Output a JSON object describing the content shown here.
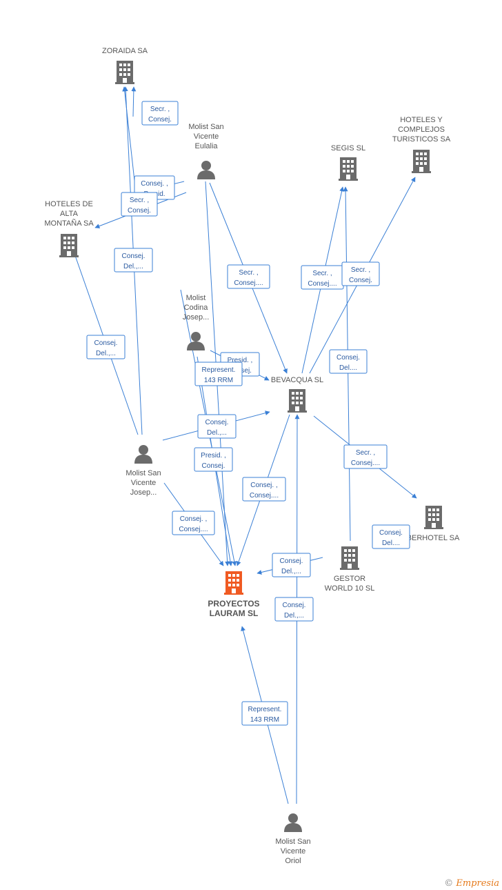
{
  "colors": {
    "edge": "#3a7fd5",
    "company": "#6b6b6b",
    "person": "#6b6b6b",
    "main": "#f05a22"
  },
  "nodes": {
    "zoraida": {
      "lines": [
        "ZORAIDA SA"
      ],
      "kind": "company"
    },
    "hoteles_alta": {
      "lines": [
        "HOTELES DE",
        "ALTA",
        "MONTAÑA SA"
      ],
      "kind": "company"
    },
    "segis": {
      "lines": [
        "SEGIS SL"
      ],
      "kind": "company"
    },
    "hoteles_complejos": {
      "lines": [
        "HOTELES Y",
        "COMPLEJOS",
        "TURISTICOS SA"
      ],
      "kind": "company"
    },
    "bevacqua": {
      "lines": [
        "BEVACQUA SL"
      ],
      "kind": "company"
    },
    "berhotel": {
      "lines": [
        "BERHOTEL SA"
      ],
      "kind": "company"
    },
    "gestor": {
      "lines": [
        "GESTOR",
        "WORLD 10 SL"
      ],
      "kind": "company"
    },
    "proyectos": {
      "lines": [
        "PROYECTOS",
        "LAURAM SL"
      ],
      "kind": "main"
    },
    "eulalia": {
      "lines": [
        "Molist San",
        "Vicente",
        "Eulalia"
      ],
      "kind": "person"
    },
    "codina": {
      "lines": [
        "Molist",
        "Codina",
        "Josep..."
      ],
      "kind": "person"
    },
    "josep": {
      "lines": [
        "Molist San",
        "Vicente",
        "Josep..."
      ],
      "kind": "person"
    },
    "oriol": {
      "lines": [
        "Molist San",
        "Vicente",
        "Oriol"
      ],
      "kind": "person"
    }
  },
  "relations": [
    {
      "lines": [
        "Secr. ,",
        "Consej."
      ]
    },
    {
      "lines": [
        "Consej. ,",
        "Presid."
      ]
    },
    {
      "lines": [
        "Secr. ,",
        "Consej."
      ]
    },
    {
      "lines": [
        "Consej.",
        "Del.,..."
      ]
    },
    {
      "lines": [
        "Consej.",
        "Del.,..."
      ]
    },
    {
      "lines": [
        "Secr. ,",
        "Consej...."
      ]
    },
    {
      "lines": [
        "Secr. ,",
        "Consej...."
      ]
    },
    {
      "lines": [
        "Secr. ,",
        "Consej."
      ]
    },
    {
      "lines": [
        "Consej.",
        "Del...."
      ]
    },
    {
      "lines": [
        "Presid. ,",
        "Consej."
      ]
    },
    {
      "lines": [
        "Represent.",
        "143 RRM"
      ]
    },
    {
      "lines": [
        "Consej.",
        "Del.,..."
      ]
    },
    {
      "lines": [
        "Presid. ,",
        "Consej."
      ]
    },
    {
      "lines": [
        "Secr. ,",
        "Consej...."
      ]
    },
    {
      "lines": [
        "Consej. ,",
        "Consej...."
      ]
    },
    {
      "lines": [
        "Consej. ,",
        "Consej...."
      ]
    },
    {
      "lines": [
        "Consej.",
        "Del...."
      ]
    },
    {
      "lines": [
        "Consej.",
        "Del.,..."
      ]
    },
    {
      "lines": [
        "Consej.",
        "Del.,..."
      ]
    },
    {
      "lines": [
        "Represent.",
        "143 RRM"
      ]
    }
  ],
  "footer": {
    "copyright": "©",
    "brand": "Empresia"
  }
}
